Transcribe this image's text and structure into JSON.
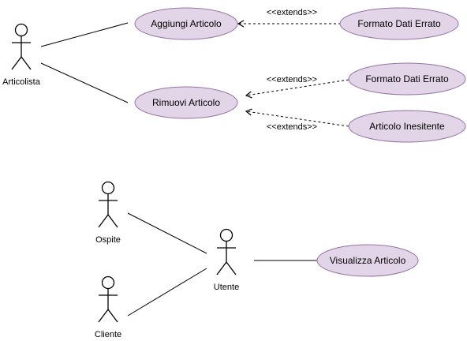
{
  "colors": {
    "usecase_fill": "#e1d5e7",
    "usecase_stroke": "#9673a6",
    "line": "#000000",
    "background": "#ffffff"
  },
  "actors": {
    "articolista": "Articolista",
    "ospite": "Ospite",
    "cliente": "Cliente",
    "utente": "Utente"
  },
  "use_cases": {
    "aggiungi_articolo": "Aggiungi Articolo",
    "rimuovi_articolo": "Rimuovi Articolo",
    "formato_dati_errato_1": "Formato Dati Errato",
    "formato_dati_errato_2": "Formato Dati Errato",
    "articolo_inesistente": "Articolo Inesitente",
    "visualizza_articolo": "Visualizza Articolo"
  },
  "relations": {
    "extends_1": "<<extends>>",
    "extends_2": "<<extends>>",
    "extends_3": "<<extends>>"
  }
}
